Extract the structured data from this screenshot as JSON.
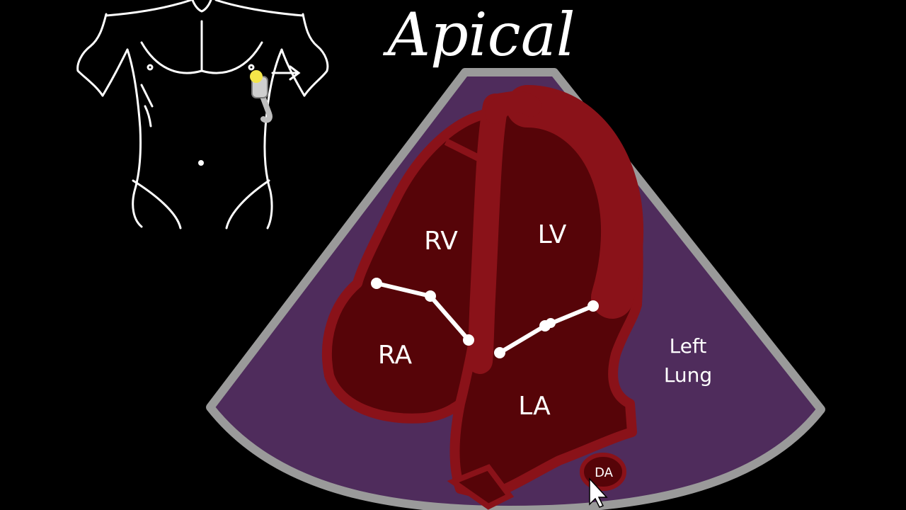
{
  "title": "Apical",
  "labels": {
    "rv": "RV",
    "lv": "LV",
    "ra": "RA",
    "la": "LA",
    "left_lung_line1": "Left",
    "left_lung_line2": "Lung",
    "da": "DA"
  },
  "colors": {
    "background": "#000000",
    "sector_fill": "#4f2c5c",
    "sector_border": "#9a9a9a",
    "myocardium": "#8a1219",
    "chamber": "#560408",
    "valve": "#ffffff",
    "probe": "#f4e64a"
  },
  "icons": [
    "torso-outline-icon",
    "ultrasound-probe-icon",
    "arrow-right-icon",
    "mouse-cursor-icon"
  ]
}
